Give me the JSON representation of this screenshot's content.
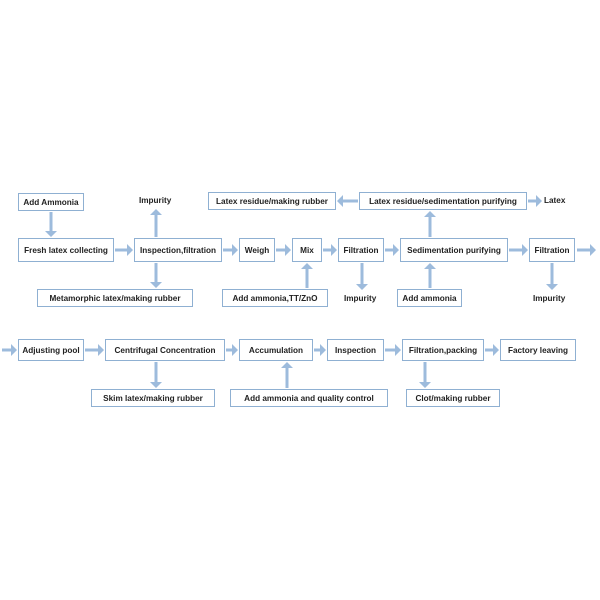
{
  "colors": {
    "arrow": "#9dbbdc",
    "border": "#8fb0d2",
    "text": "#222222"
  },
  "boxes": {
    "add_ammonia_top": "Add Ammonia",
    "fresh_latex": "Fresh latex collecting",
    "inspection_filtration": "Inspection,filtration",
    "weigh": "Weigh",
    "mix": "Mix",
    "filtration_1": "Filtration",
    "sedimentation_purifying": "Sedimentation purifying",
    "filtration_2": "Filtration",
    "latex_residue_making": "Latex residue/making rubber",
    "latex_residue_sedimentation": "Latex residue/sedimentation purifying",
    "metamorphic_latex": "Metamorphic latex/making rubber",
    "add_ammonia_tt_zno": "Add ammonia,TT/ZnO",
    "add_ammonia_bottom": "Add ammonia",
    "adjusting_pool": "Adjusting pool",
    "centrifugal_concentration": "Centrifugal Concentration",
    "accumulation": "Accumulation",
    "inspection": "Inspection",
    "filtration_packing": "Filtration,packing",
    "factory_leaving": "Factory leaving",
    "skim_latex": "Skim latex/making rubber",
    "add_ammonia_quality": "Add ammonia and quality control",
    "clot_making": "Clot/making rubber"
  },
  "labels": {
    "impurity_top": "Impurity",
    "latex_right": "Latex",
    "impurity_mid": "Impurity",
    "impurity_right": "Impurity"
  }
}
